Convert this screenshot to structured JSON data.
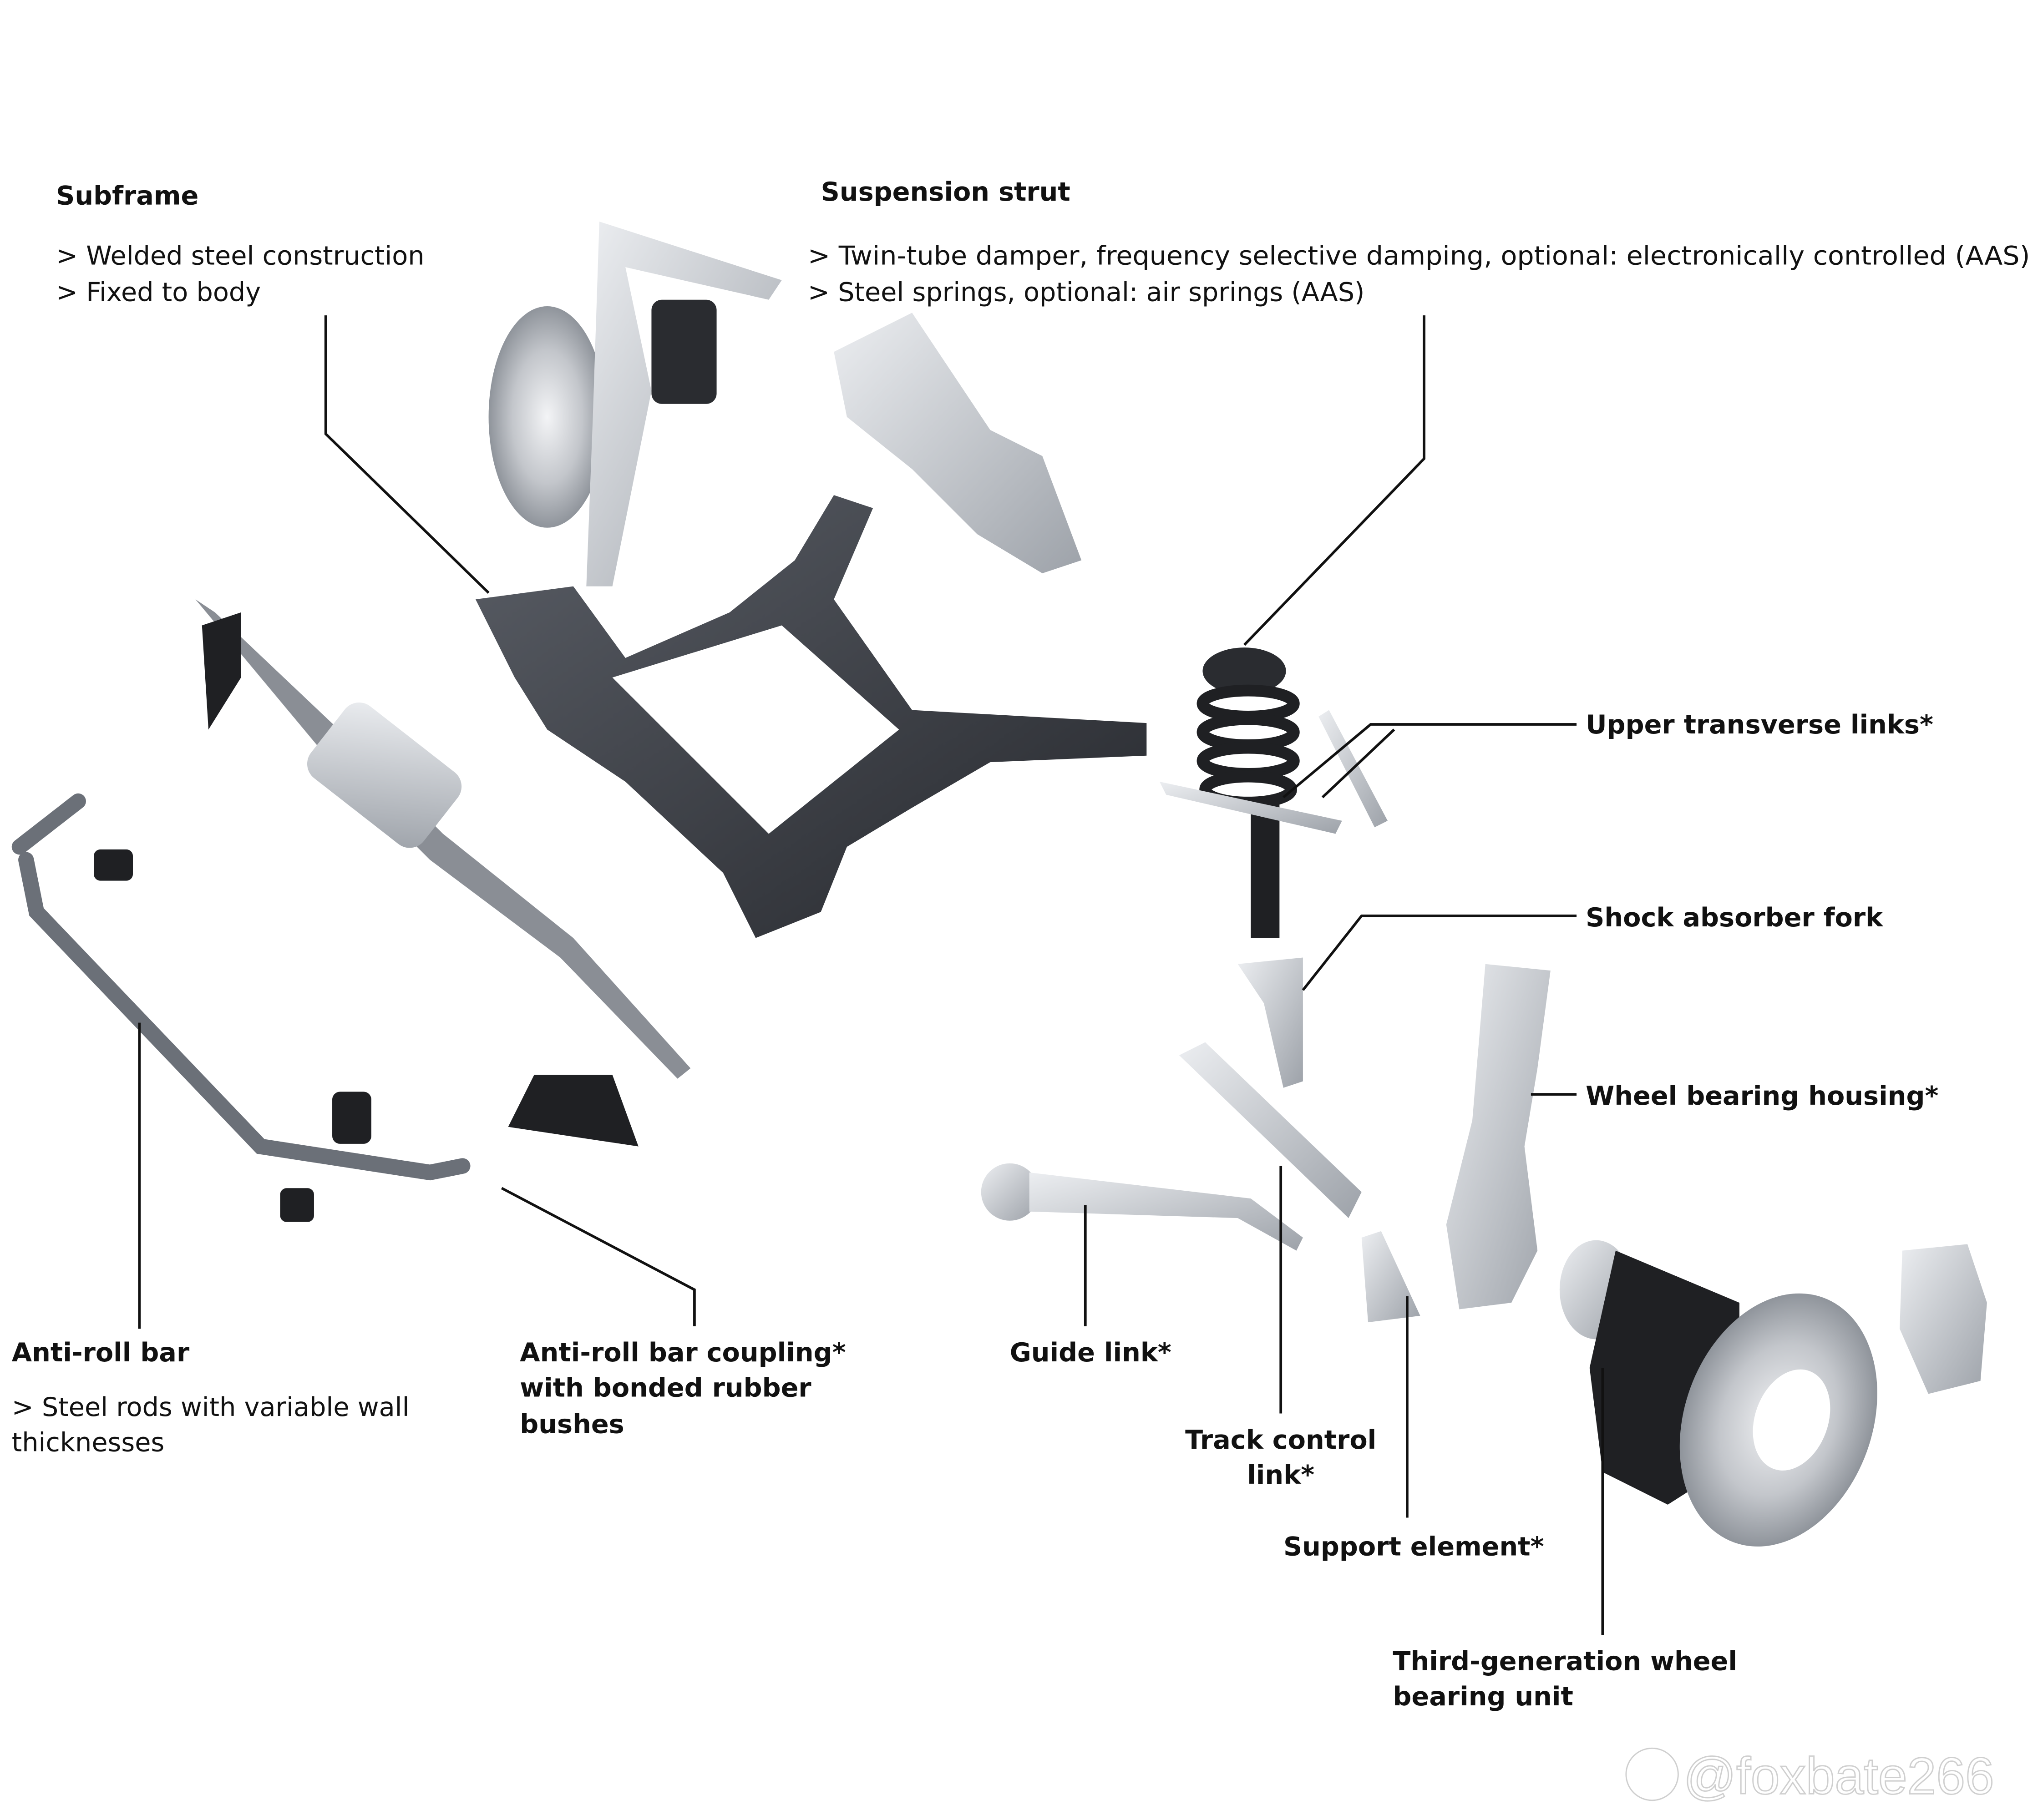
{
  "callouts": {
    "subframe": {
      "title": "Subframe",
      "lines": [
        "> Welded steel construction",
        "> Fixed to body"
      ]
    },
    "suspension_strut": {
      "title": "Suspension strut",
      "lines": [
        "> Twin-tube damper, frequency selective damping, optional: electronically controlled (AAS)",
        "> Steel springs, optional: air springs (AAS)"
      ]
    },
    "upper_transverse_links": {
      "title": "Upper transverse links*"
    },
    "shock_absorber_fork": {
      "title": "Shock absorber fork"
    },
    "wheel_bearing_housing": {
      "title": "Wheel bearing housing*"
    },
    "anti_roll_bar": {
      "title": "Anti-roll bar",
      "lines": [
        "> Steel rods with variable wall",
        "thicknesses"
      ]
    },
    "anti_roll_bar_coupling": {
      "lines": [
        "Anti-roll bar coupling*",
        "with bonded rubber",
        "bushes"
      ]
    },
    "guide_link": {
      "title": "Guide link*"
    },
    "track_control_link": {
      "lines": [
        "Track control",
        "link*"
      ]
    },
    "support_element": {
      "title": "Support element*"
    },
    "wheel_bearing_unit": {
      "lines": [
        "Third-generation wheel",
        "bearing unit"
      ]
    }
  },
  "watermark": "@foxbate266",
  "colors": {
    "subframe": "#3a3d44",
    "aluminium": "#c9ccd1",
    "text": "#111111",
    "background": "#ffffff"
  }
}
